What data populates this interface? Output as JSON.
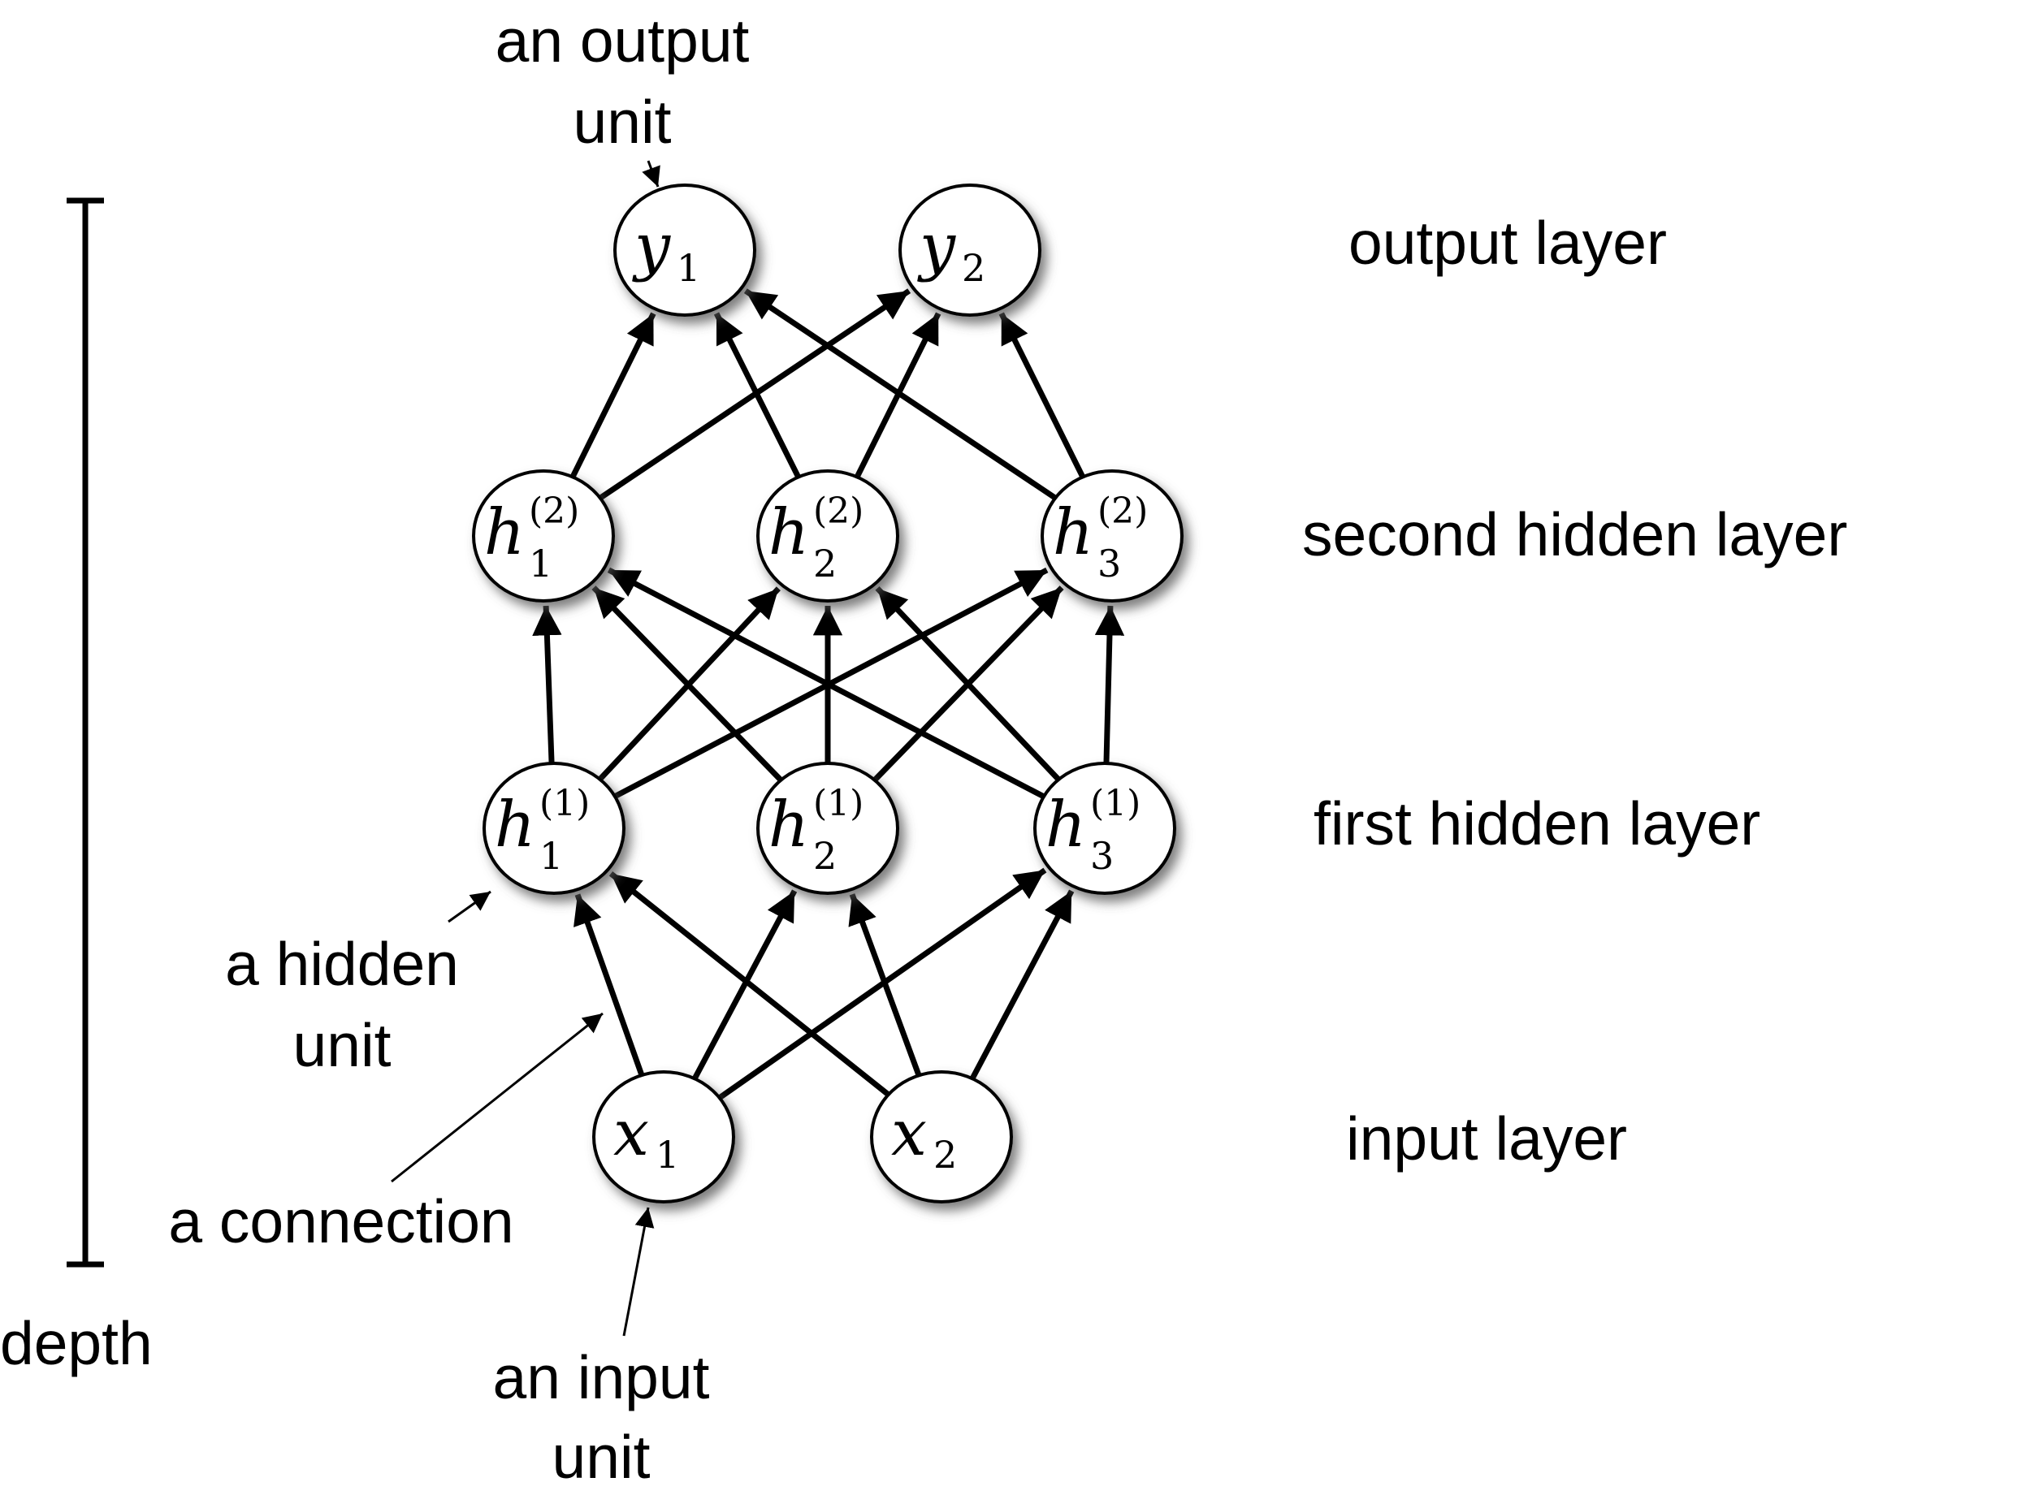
{
  "layers": [
    {
      "id": "output",
      "label": "output layer"
    },
    {
      "id": "hidden2",
      "label": "second hidden layer"
    },
    {
      "id": "hidden1",
      "label": "first hidden layer"
    },
    {
      "id": "input",
      "label": "input layer"
    }
  ],
  "nodes": [
    {
      "id": "y1",
      "layer": "output",
      "symbol": "y",
      "sub": "1",
      "sup": ""
    },
    {
      "id": "y2",
      "layer": "output",
      "symbol": "y",
      "sub": "2",
      "sup": ""
    },
    {
      "id": "h2_1",
      "layer": "hidden2",
      "symbol": "h",
      "sub": "1",
      "sup": "(2)"
    },
    {
      "id": "h2_2",
      "layer": "hidden2",
      "symbol": "h",
      "sub": "2",
      "sup": "(2)"
    },
    {
      "id": "h2_3",
      "layer": "hidden2",
      "symbol": "h",
      "sub": "3",
      "sup": "(2)"
    },
    {
      "id": "h1_1",
      "layer": "hidden1",
      "symbol": "h",
      "sub": "1",
      "sup": "(1)"
    },
    {
      "id": "h1_2",
      "layer": "hidden1",
      "symbol": "h",
      "sub": "2",
      "sup": "(1)"
    },
    {
      "id": "h1_3",
      "layer": "hidden1",
      "symbol": "h",
      "sub": "3",
      "sup": "(1)"
    },
    {
      "id": "x1",
      "layer": "input",
      "symbol": "x",
      "sub": "1",
      "sup": ""
    },
    {
      "id": "x2",
      "layer": "input",
      "symbol": "x",
      "sub": "2",
      "sup": ""
    }
  ],
  "edges": [
    [
      "x1",
      "h1_1"
    ],
    [
      "x1",
      "h1_2"
    ],
    [
      "x1",
      "h1_3"
    ],
    [
      "x2",
      "h1_1"
    ],
    [
      "x2",
      "h1_2"
    ],
    [
      "x2",
      "h1_3"
    ],
    [
      "h1_1",
      "h2_1"
    ],
    [
      "h1_1",
      "h2_2"
    ],
    [
      "h1_1",
      "h2_3"
    ],
    [
      "h1_2",
      "h2_1"
    ],
    [
      "h1_2",
      "h2_2"
    ],
    [
      "h1_2",
      "h2_3"
    ],
    [
      "h1_3",
      "h2_1"
    ],
    [
      "h1_3",
      "h2_2"
    ],
    [
      "h1_3",
      "h2_3"
    ],
    [
      "h2_1",
      "y1"
    ],
    [
      "h2_1",
      "y2"
    ],
    [
      "h2_2",
      "y1"
    ],
    [
      "h2_2",
      "y2"
    ],
    [
      "h2_3",
      "y1"
    ],
    [
      "h2_3",
      "y2"
    ]
  ],
  "annotations": {
    "output_unit": [
      "an output",
      "unit"
    ],
    "hidden_unit": [
      "a hidden",
      "unit"
    ],
    "connection": "a connection",
    "input_unit": [
      "an input",
      "unit"
    ],
    "depth": "depth"
  },
  "colors": {
    "stroke": "#000000",
    "node_fill": "#ffffff",
    "shadow": "#555555",
    "background": "#ffffff"
  }
}
